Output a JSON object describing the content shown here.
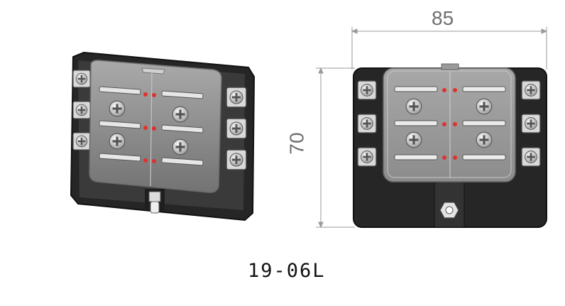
{
  "dimensions": {
    "width_label": "85",
    "height_label": "70"
  },
  "model": {
    "code": "19-06L"
  },
  "colors": {
    "base": "#2b2b2b",
    "cover": "#8a8a8a",
    "led": "#e0322c",
    "screw": "#cfcfcf",
    "dim_line": "#9a9a9a"
  },
  "icons": [
    "screw-terminal-icon",
    "fuse-clip-icon",
    "led-indicator-icon",
    "mounting-stud-icon"
  ]
}
